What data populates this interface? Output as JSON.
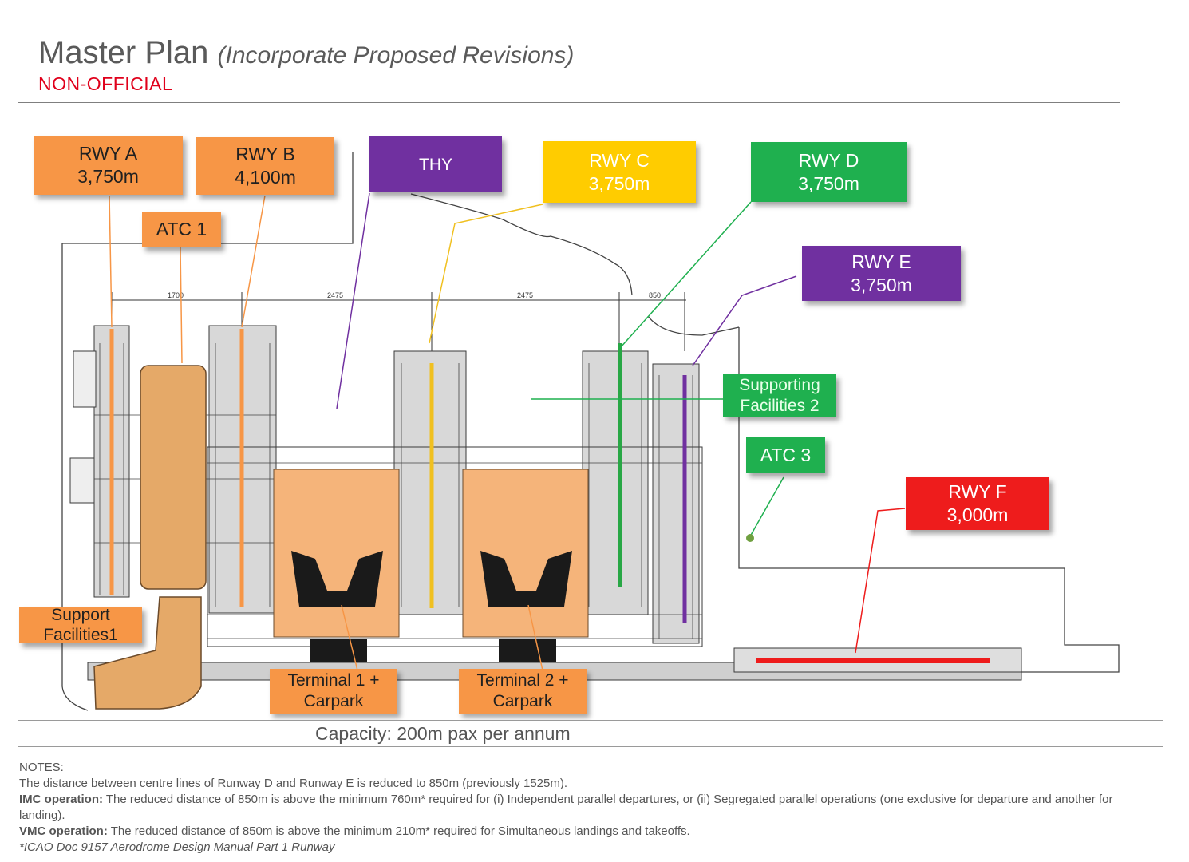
{
  "header": {
    "title": "Master Plan",
    "subtitle": "(Incorporate Proposed Revisions)",
    "status": "NON-OFFICIAL"
  },
  "dimensions": [
    "1700",
    "2475",
    "2475",
    "850"
  ],
  "labels": {
    "rwy_a": {
      "name": "RWY A",
      "length": "3,750m"
    },
    "rwy_b": {
      "name": "RWY B",
      "length": "4,100m"
    },
    "thy": {
      "name": "THY"
    },
    "rwy_c": {
      "name": "RWY C",
      "length": "3,750m"
    },
    "rwy_d": {
      "name": "RWY D",
      "length": "3,750m"
    },
    "rwy_e": {
      "name": "RWY E",
      "length": "3,750m"
    },
    "rwy_f": {
      "name": "RWY F",
      "length": "3,000m"
    },
    "atc1": {
      "name": "ATC 1"
    },
    "atc3": {
      "name": "ATC 3"
    },
    "support1": {
      "line1": "Support",
      "line2": "Facilities1"
    },
    "support2": {
      "line1": "Supporting",
      "line2": "Facilities 2"
    },
    "terminal1": {
      "line1": "Terminal 1 +",
      "line2": "Carpark"
    },
    "terminal2": {
      "line1": "Terminal 2 +",
      "line2": "Carpark"
    }
  },
  "capacity": "Capacity: 200m pax per annum",
  "notes": {
    "heading": "NOTES:",
    "line1": "The distance between centre lines of Runway D and Runway E is reduced to 850m (previously 1525m).",
    "imc_label": "IMC operation:",
    "imc_text": " The reduced distance of 850m is above the minimum 760m* required for (i) Independent parallel departures, or (ii) Segregated parallel operations (one exclusive for departure and another for landing).",
    "vmc_label": "VMC operation:",
    "vmc_text": " The reduced distance of 850m is above the minimum 210m* required for Simultaneous landings and takeoffs.",
    "reference": "*ICAO Doc 9157 Aerodrome Design Manual Part 1 Runway"
  },
  "colors": {
    "orange": "#f79646",
    "purple": "#7030a0",
    "yellow": "#ffcc00",
    "green": "#1fb04f",
    "red": "#ee1c1c",
    "non_official": "#e0001b"
  }
}
